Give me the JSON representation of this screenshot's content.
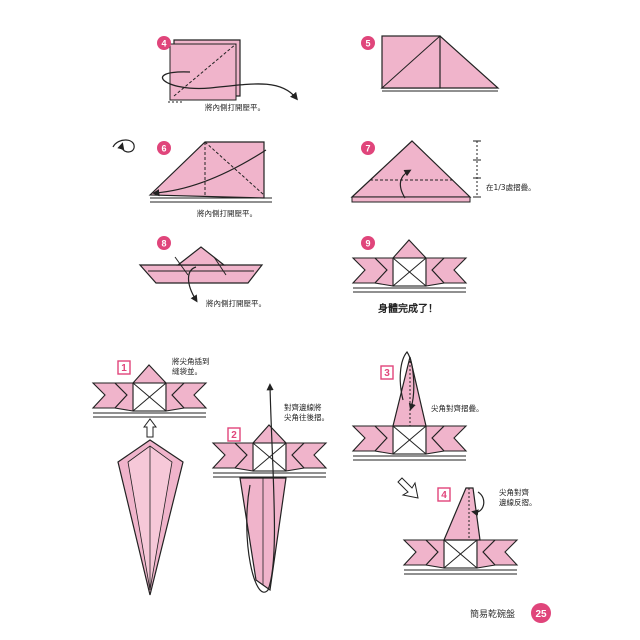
{
  "steps": {
    "s4": {
      "num": "4",
      "caption": "將內側打開壓平。"
    },
    "s5": {
      "num": "5"
    },
    "s6": {
      "num": "6",
      "caption": "將內側打開壓平。"
    },
    "s7": {
      "num": "7",
      "caption": "在1/3處摺疊。"
    },
    "s8": {
      "num": "8",
      "caption": "將內側打開壓平。"
    },
    "s9": {
      "num": "9",
      "caption": "身體完成了！"
    }
  },
  "assembly": {
    "a1": {
      "num": "1",
      "caption": "將尖角插到\n縫袋並。"
    },
    "a2": {
      "num": "2",
      "caption": "對齊邊線將\n尖角往後摺。"
    },
    "a3": {
      "num": "3",
      "caption": "尖角對齊摺疊。"
    },
    "a4": {
      "num": "4",
      "caption": "尖角對齊\n邊線反摺。"
    }
  },
  "footer": {
    "title": "簡易乾碗盤",
    "page": "25"
  },
  "colors": {
    "pink": "#f0b4cb",
    "pink_dark": "#e05a8a",
    "step_circle": "#e0457b",
    "line": "#222222"
  }
}
